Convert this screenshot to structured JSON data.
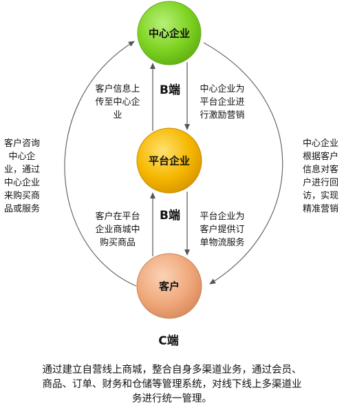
{
  "nodes": {
    "center": "中心企业",
    "platform": "平台企业",
    "customer": "客户"
  },
  "labels": {
    "b_upper": "B端",
    "b_lower": "B端",
    "c": "C端"
  },
  "edges": {
    "upper_left": [
      "客户信息上",
      "传至中心企",
      "业"
    ],
    "upper_right": [
      "中心企业为",
      "平台企业进",
      "行激励营销"
    ],
    "lower_left": [
      "客户在平台",
      "企业商城中",
      "购买商品"
    ],
    "lower_right": [
      "平台企业为",
      "客户提供订",
      "单物流服务"
    ],
    "outer_left": [
      "客户咨询",
      "中心企",
      "业，通过",
      "中心企业",
      "来购买商",
      "品或服务"
    ],
    "outer_right": [
      "中心企业",
      "根据客户",
      "信息对客",
      "户进行回",
      "访，实现",
      "精准营销"
    ]
  },
  "footer": [
    "通过建立自营线上商城，整合自身多渠道业务，通过会员、",
    "商品、订单、财务和仓储等管理系统，对线下线上多渠道业",
    "务进行统一管理。"
  ],
  "colors": {
    "center": "#7ED321",
    "platform": "#F5B800",
    "customer": "#F0A97C"
  }
}
